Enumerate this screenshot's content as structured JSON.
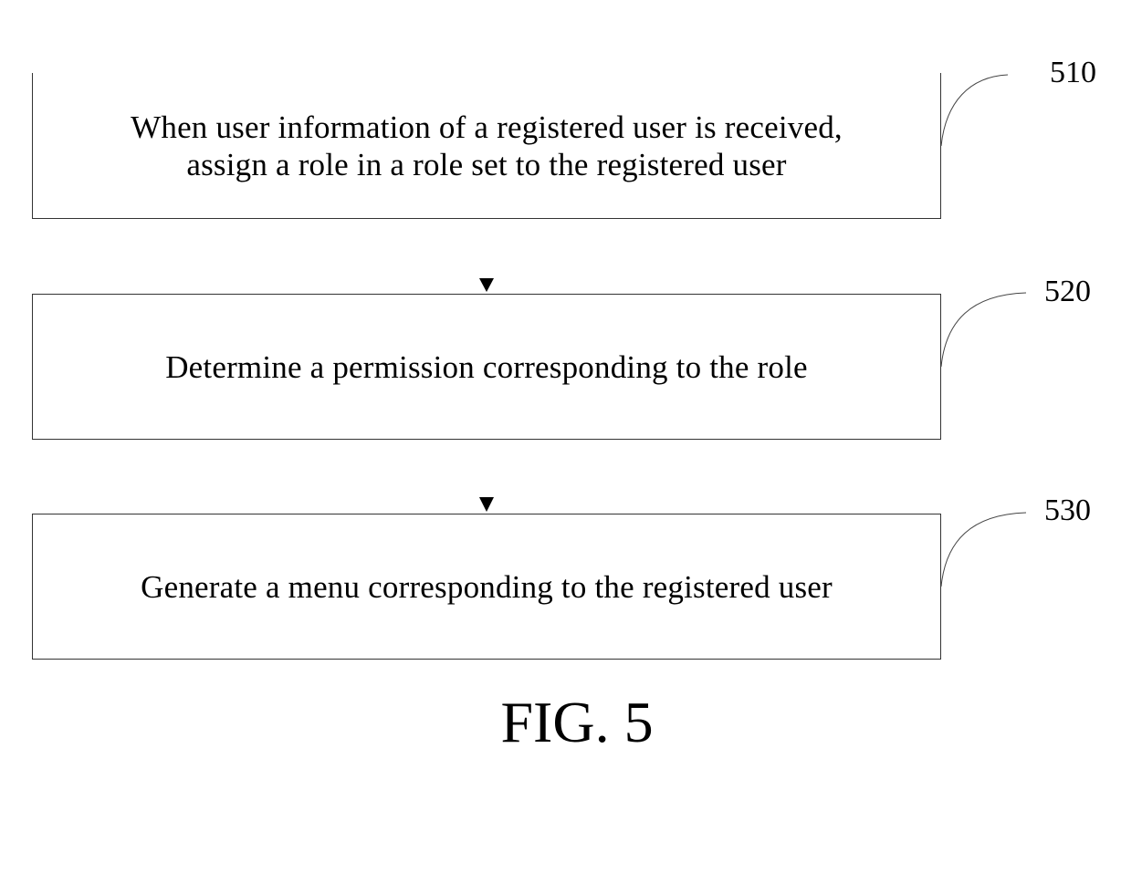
{
  "flowchart": {
    "steps": [
      {
        "ref": "510",
        "text": "When user information of a registered user is received,\nassign a role in a role set to the registered user"
      },
      {
        "ref": "520",
        "text": "Determine a permission corresponding to the role"
      },
      {
        "ref": "530",
        "text": "Generate a menu corresponding to the registered user"
      }
    ],
    "caption": "FIG. 5"
  }
}
